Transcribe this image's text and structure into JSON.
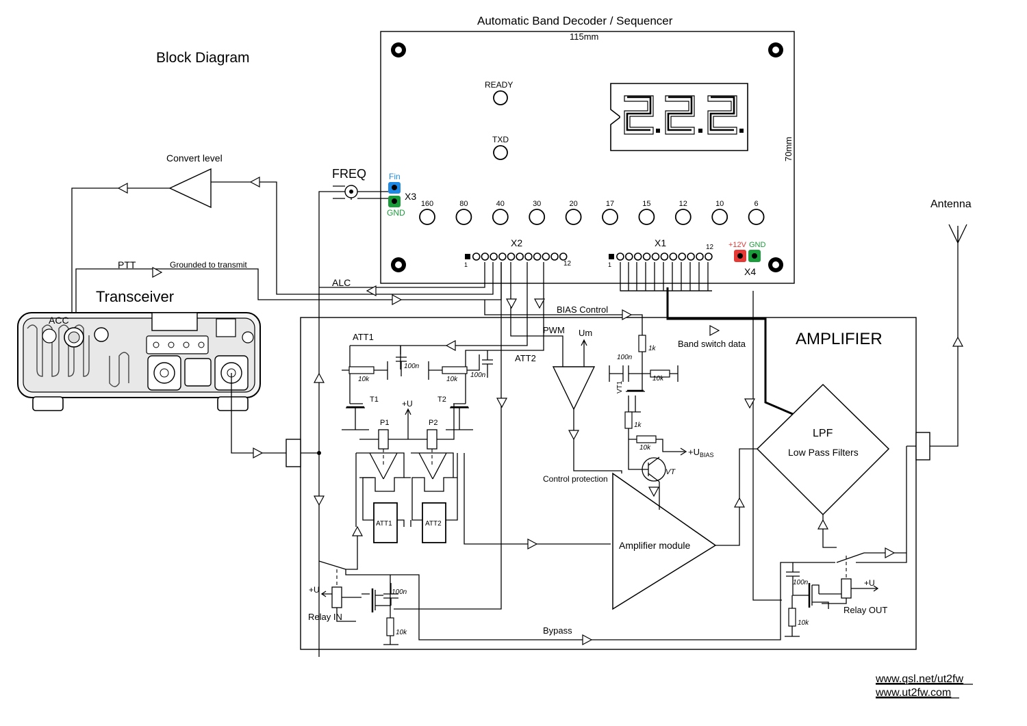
{
  "diagram": {
    "title": "Block Diagram",
    "decoder": {
      "title": "Automatic Band Decoder / Sequencer",
      "width_label": "115mm",
      "height_label": "70mm",
      "ready_label": "READY",
      "txd_label": "TXD",
      "bands": [
        "160",
        "80",
        "40",
        "30",
        "20",
        "17",
        "15",
        "12",
        "10",
        "6"
      ],
      "x2_label": "X2",
      "x1_label": "X1",
      "x3_label": "X3",
      "x4_label": "X4",
      "pin_first": "1",
      "pin_last": "12",
      "fin_label": "Fin",
      "gnd_label": "GND",
      "plus12_label": "+12V",
      "gnd_x4_label": "GND"
    },
    "freq_label": "FREQ",
    "convert_label": "Convert level",
    "ptt_label": "PTT",
    "grounded_label": "Grounded to transmit",
    "transceiver_label": "Transceiver",
    "acc_label": "ACC",
    "alc_label": "ALC",
    "bias_control_label": "BIAS Control",
    "pwm_label": "PWM",
    "um_label": "Um",
    "att1_label": "ATT1",
    "att2_label": "ATT2",
    "band_switch_label": "Band switch data",
    "amplifier_label": "AMPLIFIER",
    "antenna_label": "Antenna",
    "lpf_label": "LPF",
    "lpf_sub_label": "Low Pass Filters",
    "amp_module_label": "Amplifier module",
    "control_protection_label": "Control protection",
    "ubias_label": "+U",
    "ubias_sub": "BIAS",
    "vt_label": "VT",
    "vt1_label": "VT1",
    "t1_label": "T1",
    "t2_label": "T2",
    "p1_label": "P1",
    "p2_label": "P2",
    "plus_u": "+U",
    "r_10k": "10k",
    "r_1k": "1k",
    "c_100n": "100n",
    "att1_box": "ATT1",
    "att2_box": "ATT2",
    "relay_in_label": "Relay IN",
    "relay_out_label": "Relay OUT",
    "bypass_label": "Bypass",
    "link1": "www.qsl.net/ut2fw",
    "link2": "www.ut2fw.com",
    "colors": {
      "fin": "#1e88e5",
      "gnd": "#1a9c3a",
      "plus12": "#e53935"
    }
  }
}
